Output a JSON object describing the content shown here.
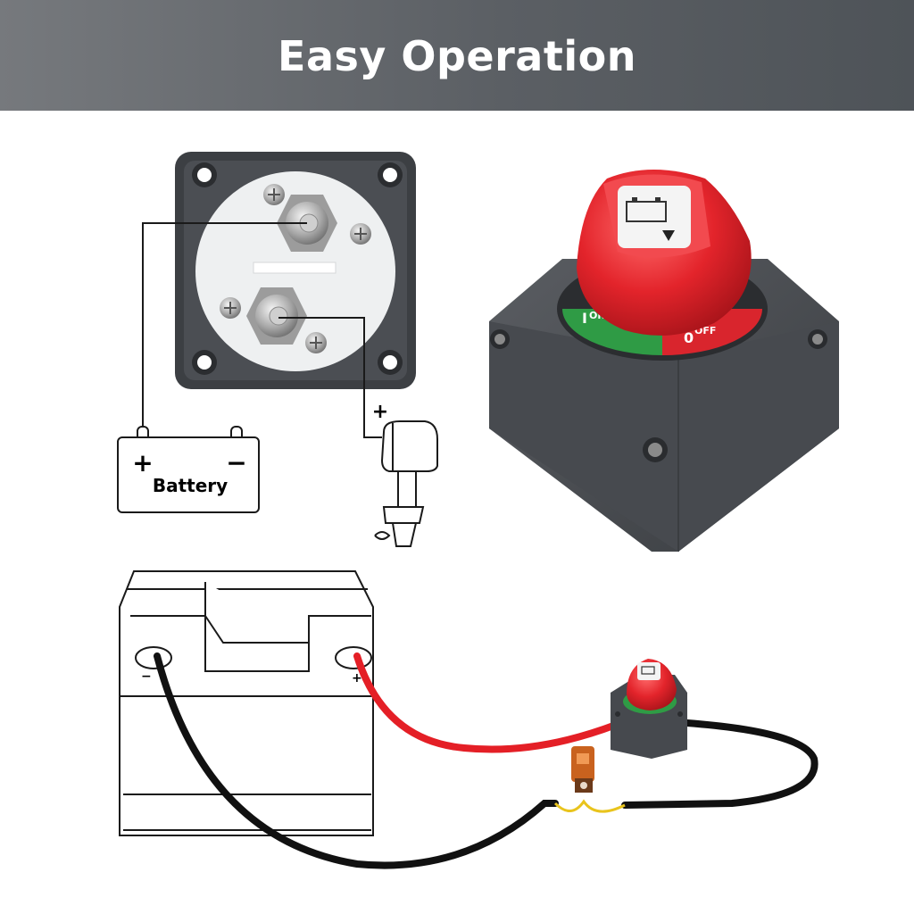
{
  "header": {
    "title": "Easy Operation"
  },
  "wiring_diagram": {
    "battery_label": "Battery",
    "positive_sign": "+",
    "negative_sign": "−",
    "motor_positive_sign": "+"
  },
  "switch_dial": {
    "on_label": "ON",
    "on_mark": "I",
    "off_label": "OFF",
    "off_mark": "0"
  },
  "car_battery": {
    "negative_mark": "−",
    "positive_mark": "+"
  },
  "colors": {
    "header_bg": "#5b5f64",
    "switch_body": "#4a4d52",
    "knob_red": "#e3242b",
    "ring_green": "#2f9b45",
    "cable_red": "#e41f26",
    "cable_black": "#111111",
    "fuse_amber": "#c9621e"
  },
  "icons": [
    "battery-icon",
    "outboard-motor-icon",
    "rotary-switch-icon",
    "fuse-icon"
  ]
}
